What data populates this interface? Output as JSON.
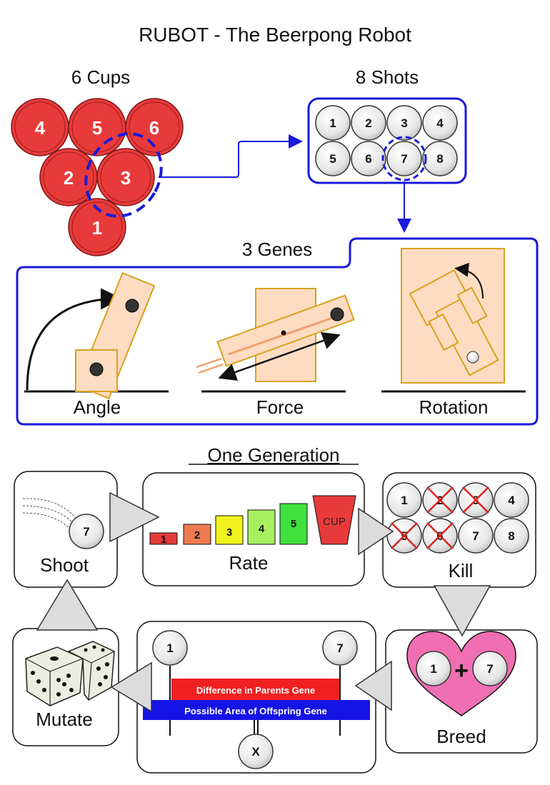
{
  "title": "RUBOT - The Beerpong Robot",
  "cups": {
    "label": "6 Cups",
    "numbers": [
      "4",
      "5",
      "6",
      "2",
      "3",
      "1"
    ]
  },
  "shots": {
    "label": "8 Shots",
    "numbers": [
      "1",
      "2",
      "3",
      "4",
      "5",
      "6",
      "7",
      "8"
    ]
  },
  "genes": {
    "label": "3 Genes",
    "angle": "Angle",
    "force": "Force",
    "rotation": "Rotation"
  },
  "generation": {
    "title": "One Generation",
    "shoot": {
      "label": "Shoot",
      "ball": "7"
    },
    "rate": {
      "label": "Rate",
      "bars": [
        "1",
        "2",
        "3",
        "4",
        "5"
      ],
      "cup": "CUP"
    },
    "kill": {
      "label": "Kill",
      "numbers": [
        "1",
        "2",
        "3",
        "4",
        "5",
        "6",
        "7",
        "8"
      ]
    },
    "breed": {
      "label": "Breed",
      "left": "1",
      "plus": "+",
      "right": "7"
    },
    "crossover": {
      "left": "1",
      "right": "7",
      "child": "X",
      "difference": "Difference in Parents Gene",
      "possible": "Possible Area of Offspring Gene"
    },
    "mutate": {
      "label": "Mutate"
    }
  },
  "colors": {
    "cup_red": "#e83a3a",
    "blue": "#1a1adb",
    "gene_fill": "#fddcc2",
    "gene_stroke": "#d7a21e",
    "heart": "#f06fb2",
    "bar1": "#e23a3a",
    "bar2": "#ef7a50",
    "bar3": "#f2f21e",
    "bar4": "#a8f060",
    "bar5": "#3ee13e"
  }
}
